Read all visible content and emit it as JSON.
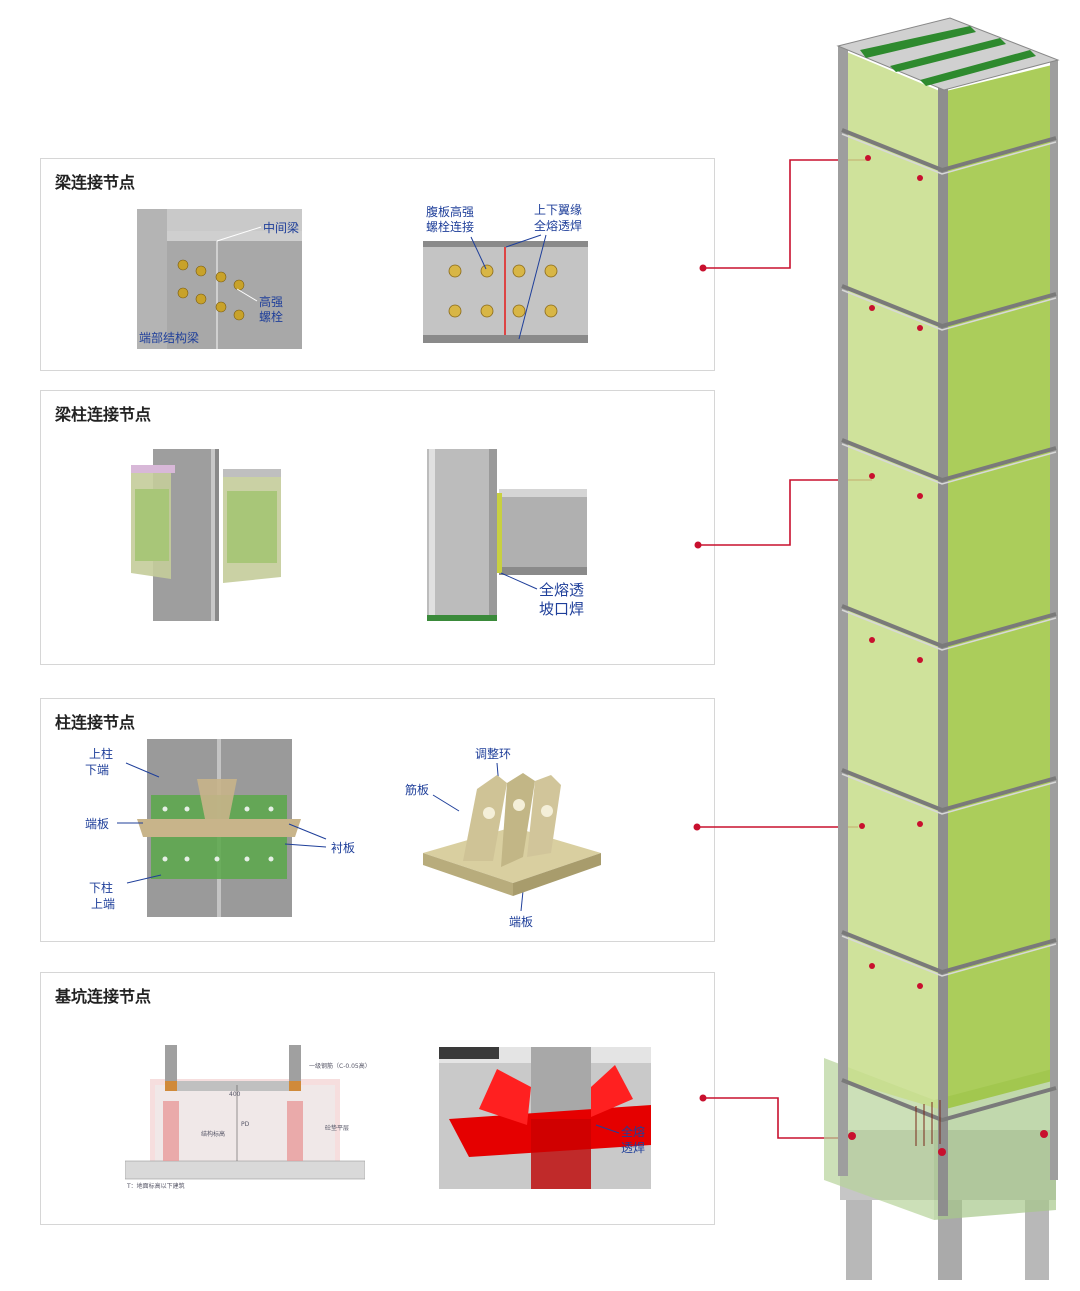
{
  "panels": [
    {
      "title": "梁连接节点",
      "labels": [
        "中间梁",
        "高强",
        "螺栓",
        "端部结构梁",
        "腹板高强",
        "螺栓连接",
        "上下翼缘",
        "全熔透焊"
      ]
    },
    {
      "title": "梁柱连接节点",
      "labels": [
        "全熔透",
        "坡口焊"
      ]
    },
    {
      "title": "柱连接节点",
      "labels": [
        "上柱",
        "下端",
        "端板",
        "下柱",
        "上端",
        "衬板",
        "调整环",
        "筋板",
        "端板"
      ]
    },
    {
      "title": "基坑连接节点",
      "labels": [
        "全熔",
        "透焊"
      ],
      "tiny_labels": [
        "一级钢筋（C-0.05高）",
        "400",
        "PD",
        "结构标高",
        "砼垫平层",
        "T：地面标高以下建筑"
      ]
    }
  ],
  "colors": {
    "accent_red": "#c8102e",
    "label_blue": "#1f3f9a",
    "glass_green": "#9ccc3a",
    "steel_gray": "#a9a9a9",
    "rebar_red": "#e81818"
  }
}
